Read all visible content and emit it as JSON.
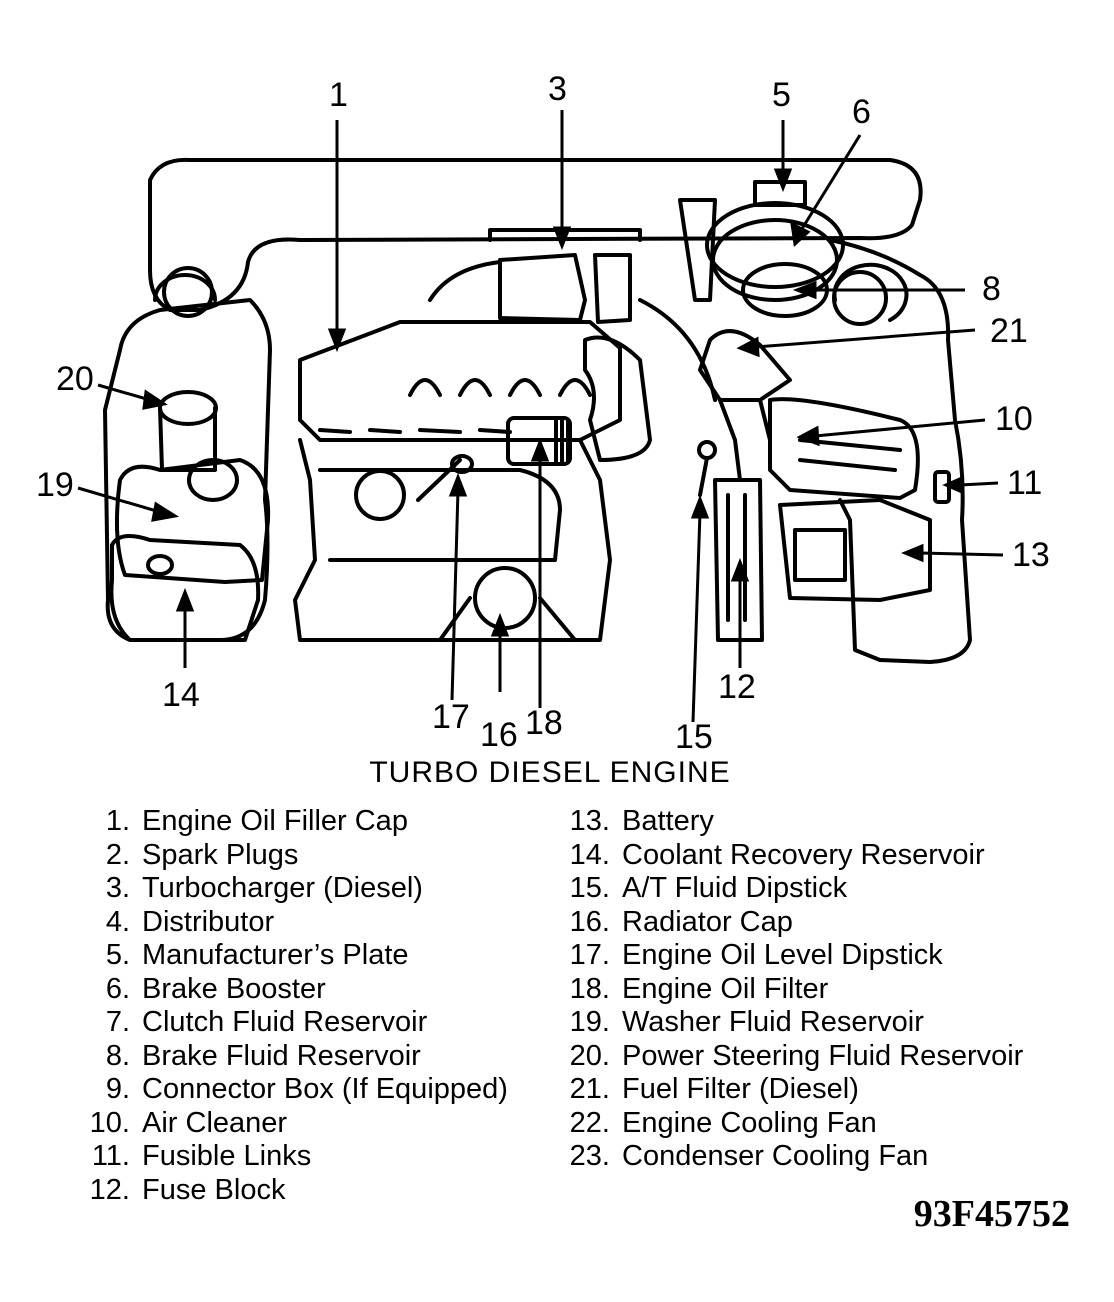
{
  "diagram": {
    "title": "TURBO DIESEL ENGINE",
    "code": "93F45752",
    "callouts": [
      "1",
      "3",
      "5",
      "6",
      "8",
      "21",
      "10",
      "11",
      "13",
      "20",
      "19",
      "14",
      "17",
      "16",
      "18",
      "15",
      "12"
    ]
  },
  "legend": [
    {
      "num": "1.",
      "label": "Engine Oil Filler Cap"
    },
    {
      "num": "2.",
      "label": "Spark Plugs"
    },
    {
      "num": "3.",
      "label": "Turbocharger (Diesel)"
    },
    {
      "num": "4.",
      "label": "Distributor"
    },
    {
      "num": "5.",
      "label": "Manufacturer’s Plate"
    },
    {
      "num": "6.",
      "label": "Brake Booster"
    },
    {
      "num": "7.",
      "label": "Clutch Fluid Reservoir"
    },
    {
      "num": "8.",
      "label": "Brake Fluid Reservoir"
    },
    {
      "num": "9.",
      "label": "Connector Box (If Equipped)"
    },
    {
      "num": "10.",
      "label": "Air Cleaner"
    },
    {
      "num": "11.",
      "label": "Fusible Links"
    },
    {
      "num": "12.",
      "label": "Fuse Block"
    },
    {
      "num": "13.",
      "label": "Battery"
    },
    {
      "num": "14.",
      "label": "Coolant Recovery Reservoir"
    },
    {
      "num": "15.",
      "label": "A/T Fluid Dipstick"
    },
    {
      "num": "16.",
      "label": "Radiator Cap"
    },
    {
      "num": "17.",
      "label": "Engine Oil Level Dipstick"
    },
    {
      "num": "18.",
      "label": "Engine Oil Filter"
    },
    {
      "num": "19.",
      "label": "Washer Fluid Reservoir"
    },
    {
      "num": "20.",
      "label": "Power Steering Fluid Reservoir"
    },
    {
      "num": "21.",
      "label": "Fuel Filter (Diesel)"
    },
    {
      "num": "22.",
      "label": "Engine Cooling Fan"
    },
    {
      "num": "23.",
      "label": "Condenser Cooling Fan"
    }
  ]
}
